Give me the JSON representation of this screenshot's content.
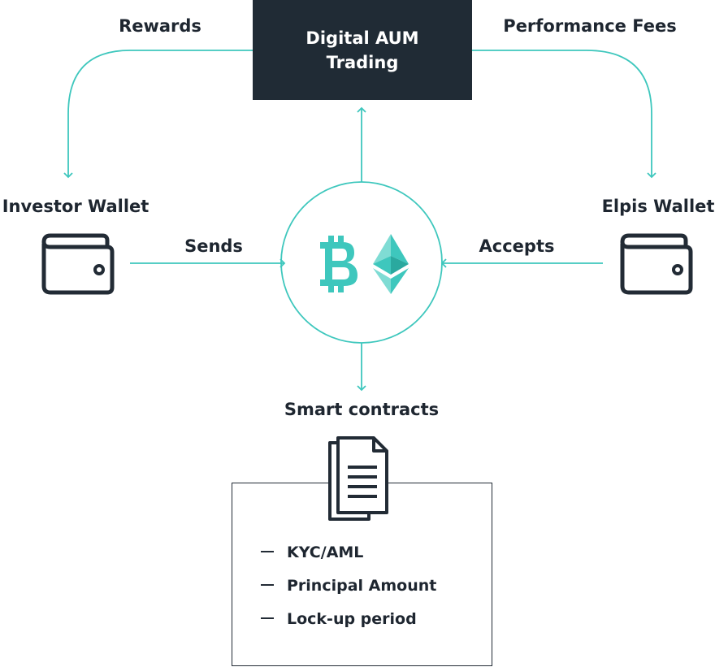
{
  "top_box": {
    "line1": "Digital AUM",
    "line2": "Trading"
  },
  "labels": {
    "rewards": "Rewards",
    "performance_fees": "Performance Fees",
    "investor_wallet": "Investor Wallet",
    "elpis_wallet": "Elpis Wallet",
    "sends": "Sends",
    "accepts": "Accepts",
    "smart_contracts": "Smart contracts"
  },
  "contract_items": [
    "KYC/AML",
    "Principal Amount",
    "Lock-up period"
  ],
  "colors": {
    "teal": "#3ec7bd",
    "dark": "#202b35",
    "ink": "#222b35",
    "eth_light": "#7fdcd4"
  },
  "icons": {
    "investor_wallet": "wallet-icon",
    "elpis_wallet": "wallet-icon",
    "crypto": [
      "bitcoin-icon",
      "ethereum-icon"
    ],
    "documents": "document-stack-icon"
  }
}
